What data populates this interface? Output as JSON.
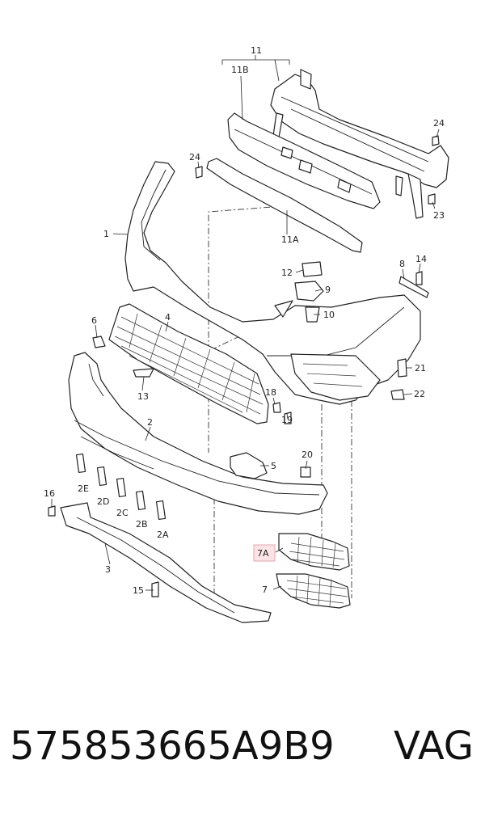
{
  "callouts": {
    "c11": "11",
    "c11B": "11B",
    "c24a": "24",
    "c24b": "24",
    "c23": "23",
    "c11A": "11A",
    "c1": "1",
    "c12": "12",
    "c9": "9",
    "c10": "10",
    "c8": "8",
    "c14": "14",
    "c6": "6",
    "c4": "4",
    "c13": "13",
    "c21": "21",
    "c22": "22",
    "c18": "18",
    "c19": "19",
    "c2": "2",
    "c5": "5",
    "c20": "20",
    "c2E": "2E",
    "c2D": "2D",
    "c2C": "2C",
    "c2B": "2B",
    "c2A": "2A",
    "c16": "16",
    "c3": "3",
    "c7A": "7A",
    "c7": "7",
    "c15": "15"
  },
  "footer": {
    "part_number": "575853665A9B9",
    "brand": "VAG"
  }
}
